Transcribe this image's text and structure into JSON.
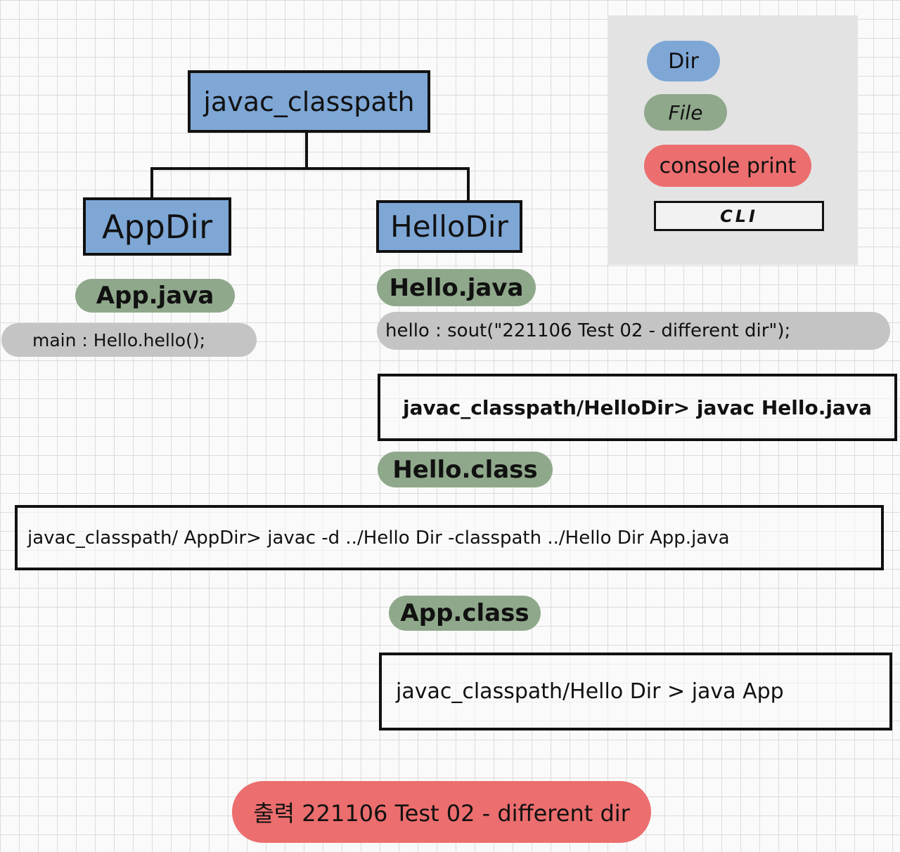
{
  "colors": {
    "dir": "#7ea7d6",
    "file": "#8fa88b",
    "console_print": "#ec6e6e",
    "code_note": "#c4c4c4",
    "legend_panel": "#e3e3e3"
  },
  "root": {
    "label": "javac_classpath"
  },
  "dirs": {
    "app": "AppDir",
    "hello": "HelloDir"
  },
  "files": {
    "app_java": "App.java",
    "hello_java": "Hello.java",
    "hello_class": "Hello.class",
    "app_class": "App.class"
  },
  "notes": {
    "app_main": "main :  Hello.hello();",
    "hello_method": "hello :  sout(\"221106  Test 02 - different  dir\");"
  },
  "commands": {
    "compile_hello": "javac_classpath/HelloDir>  javac Hello.java",
    "compile_app": "javac_classpath/ AppDir>  javac -d ../Hello Dir  -classpath   ../Hello Dir  App.java",
    "run_app": "javac_classpath/Hello Dir  >   java   App"
  },
  "output": {
    "text": "출력  221106  Test 02  -  different  dir"
  },
  "legend": {
    "dir": "Dir",
    "file": "File",
    "console_print": "console print",
    "cli": "CLI"
  }
}
